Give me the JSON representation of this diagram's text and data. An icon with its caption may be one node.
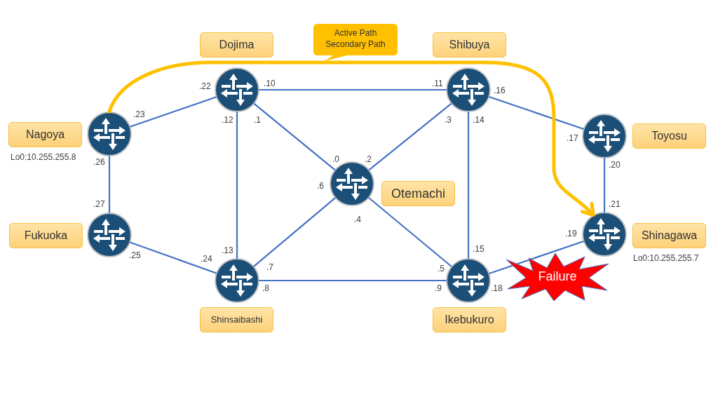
{
  "diagram": {
    "nodes": [
      {
        "text": [
          "Active Path",
          "Secondary Path"
        ]
      },
      {
        "text": [
          "Dojima"
        ]
      },
      {
        "text": [
          "Shibuya"
        ]
      },
      {
        "text": [],
        "shape": "circle"
      },
      {
        "text": [],
        "shape": "circle"
      },
      {
        "text": [
          "Nagoya"
        ],
        "beside": [
          "Lo0:10.255.255.8"
        ]
      },
      {
        "text": [],
        "shape": "circle"
      },
      {
        "text": [],
        "shape": "circle"
      },
      {
        "text": [
          "Toyosu"
        ]
      },
      {
        "text": [],
        "shape": "circle"
      },
      {
        "text": [
          "Otemachi"
        ]
      },
      {
        "text": [
          "Fukuoka"
        ]
      },
      {
        "text": [],
        "shape": "circle"
      },
      {
        "text": [],
        "shape": "circle"
      },
      {
        "text": [
          "Shinagawa"
        ],
        "beside": [
          "Lo0:10.255.255.7"
        ]
      },
      {
        "text": [
          "Failure"
        ]
      },
      {
        "text": [],
        "shape": "circle"
      },
      {
        "text": [],
        "shape": "circle"
      },
      {
        "text": [
          "Shinsaibashi"
        ]
      },
      {
        "text": [
          "Ikebukuro"
        ]
      }
    ],
    "edges": [
      {
        "from": 6,
        "to": 3,
        "arrow": "none"
      },
      {
        "from": 3,
        "to": 4,
        "arrow": "none"
      },
      {
        "from": 4,
        "to": 7,
        "arrow": "none"
      },
      {
        "from": 6,
        "to": 12,
        "arrow": "none"
      },
      {
        "from": 3,
        "to": 9,
        "arrow": "none"
      },
      {
        "from": 3,
        "to": 16,
        "arrow": "none"
      },
      {
        "from": 9,
        "to": 4,
        "arrow": "none"
      },
      {
        "from": 4,
        "to": 17,
        "arrow": "none"
      },
      {
        "from": 7,
        "to": 13,
        "arrow": "none"
      },
      {
        "from": 9,
        "to": 16,
        "arrow": "none"
      },
      {
        "from": 9,
        "to": 17,
        "arrow": "none"
      },
      {
        "from": 12,
        "to": 16,
        "arrow": "none"
      },
      {
        "from": 16,
        "to": 17,
        "arrow": "none"
      },
      {
        "from": 17,
        "to": 13,
        "arrow": "none"
      },
      {
        "from": 6,
        "to": 13,
        "arrow": "to",
        "style": "thick",
        "color": "#ffc000"
      }
    ],
    "labels": [
      ".22",
      ".10",
      ".11",
      ".16",
      ".23",
      ".12",
      ".1",
      ".3",
      ".14",
      ".17",
      ".26",
      ".0",
      ".2",
      ".20",
      ".6",
      ".27",
      ".21",
      ".4",
      ".19",
      ".13",
      ".15",
      ".25",
      ".24",
      ".7",
      ".5",
      ".8",
      ".9",
      ".18"
    ]
  }
}
